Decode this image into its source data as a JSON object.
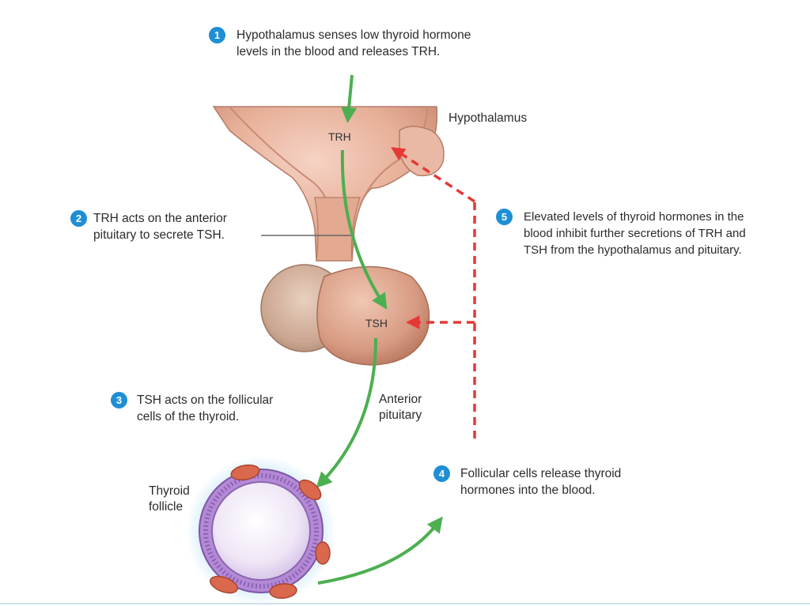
{
  "steps": [
    {
      "number": "1",
      "line1": "Hypothalamus senses low thyroid hormone",
      "line2": "levels in the blood and releases TRH."
    },
    {
      "number": "2",
      "line1": "TRH acts on the anterior",
      "line2": "pituitary to secrete TSH."
    },
    {
      "number": "3",
      "line1": "TSH acts on the follicular",
      "line2": "cells of the thyroid."
    },
    {
      "number": "4",
      "line1": "Follicular cells release thyroid",
      "line2": "hormones into the blood."
    },
    {
      "number": "5",
      "line1": "Elevated levels of thyroid hormones in the",
      "line2": "blood inhibit further secretions of TRH and",
      "line3": "TSH from the hypothalamus and pituitary."
    }
  ],
  "labels": {
    "hypothalamus": "Hypothalamus",
    "anterior_pituitary_line1": "Anterior",
    "anterior_pituitary_line2": "pituitary",
    "thyroid_follicle_line1": "Thyroid",
    "thyroid_follicle_line2": "follicle",
    "trh": "TRH",
    "tsh": "TSH"
  },
  "colors": {
    "stimulatory_arrow": "#4caf50",
    "inhibitory_arrow": "#e53935",
    "badge": "#1e8fd4",
    "tissue": "#e8b4a0",
    "follicle_ring": "#9a6fc7"
  }
}
